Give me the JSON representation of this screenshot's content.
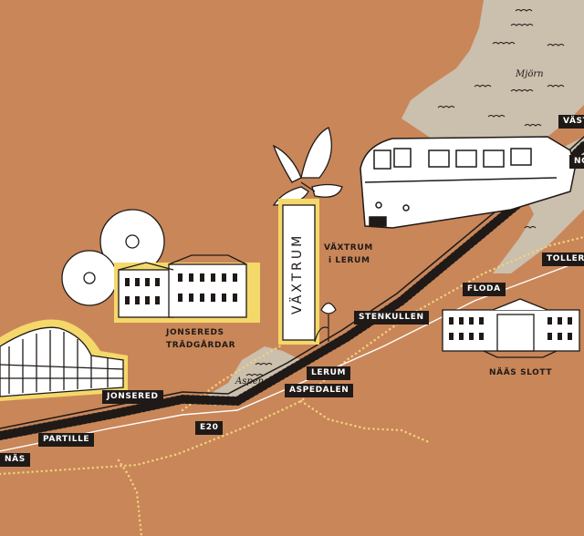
{
  "labels": {
    "vastra": "VÄST",
    "norr": "NO",
    "tollered": "TOLLER",
    "floda": "FLODA",
    "stenkullen": "STENKULLEN",
    "lerum": "LERUM",
    "aspedalen": "ASPEDALEN",
    "jonsered": "JONSERED",
    "partille": "PARTILLE",
    "naas_left": "NÄS",
    "e20": "E20",
    "naas_slott": "NÄÄS SLOTT",
    "jonsereds_line1": "JONSEREDS",
    "jonsereds_line2": "TRÄDGÅRDAR",
    "vaxtrum_line1": "VÄXTRUM",
    "vaxtrum_line2": "i LERUM",
    "vaxtrum_sign": "VÄXTRUM",
    "lake_mjorn": "Mjörn",
    "lake_aspen": "Aspen"
  },
  "colors": {
    "background": "#c98659",
    "water": "#cbbfad",
    "rail": "#1f1a17",
    "dotted": "#f0d27a",
    "highlight": "#f4d86a"
  }
}
